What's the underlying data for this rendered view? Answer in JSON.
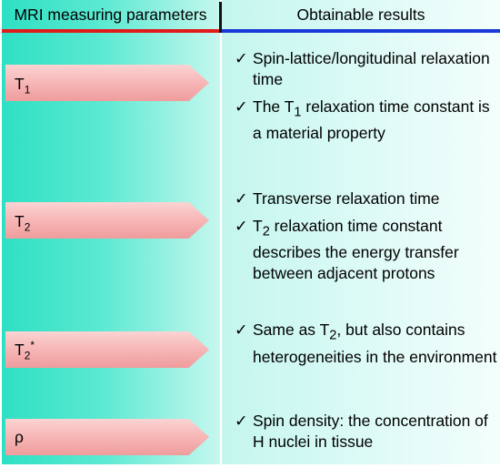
{
  "header": {
    "left": "MRI measuring parameters",
    "right": "Obtainable results"
  },
  "rows": [
    {
      "param": {
        "base": "T",
        "sub": "1",
        "sup": ""
      },
      "results": [
        {
          "pre": "Spin-lattice/longitudinal relaxation time",
          "sub": "",
          "post": ""
        },
        {
          "pre": "The T",
          "sub": "1",
          "post": " relaxation time constant is a material property"
        }
      ]
    },
    {
      "param": {
        "base": "T",
        "sub": "2",
        "sup": ""
      },
      "results": [
        {
          "pre": "Transverse relaxation time",
          "sub": "",
          "post": ""
        },
        {
          "pre": "T",
          "sub": "2",
          "post": " relaxation time constant describes the energy transfer between adjacent protons"
        }
      ]
    },
    {
      "param": {
        "base": "T",
        "sub": "2",
        "sup": "*"
      },
      "results": [
        {
          "pre": "Same as T",
          "sub": "2",
          "post": ", but also contains heterogeneities in the environment"
        }
      ]
    },
    {
      "param": {
        "base": "ρ",
        "sub": "",
        "sup": ""
      },
      "results": [
        {
          "pre": "Spin density: the concentration of H nuclei in tissue",
          "sub": "",
          "post": ""
        }
      ]
    }
  ],
  "check_symbol": "✓",
  "colors": {
    "left_panel": "#2ee0c3",
    "right_panel": "#dcfaf6",
    "arrow": "#f6b3b3",
    "rule_left": "#e01b1b",
    "rule_right": "#1a3ad8"
  }
}
